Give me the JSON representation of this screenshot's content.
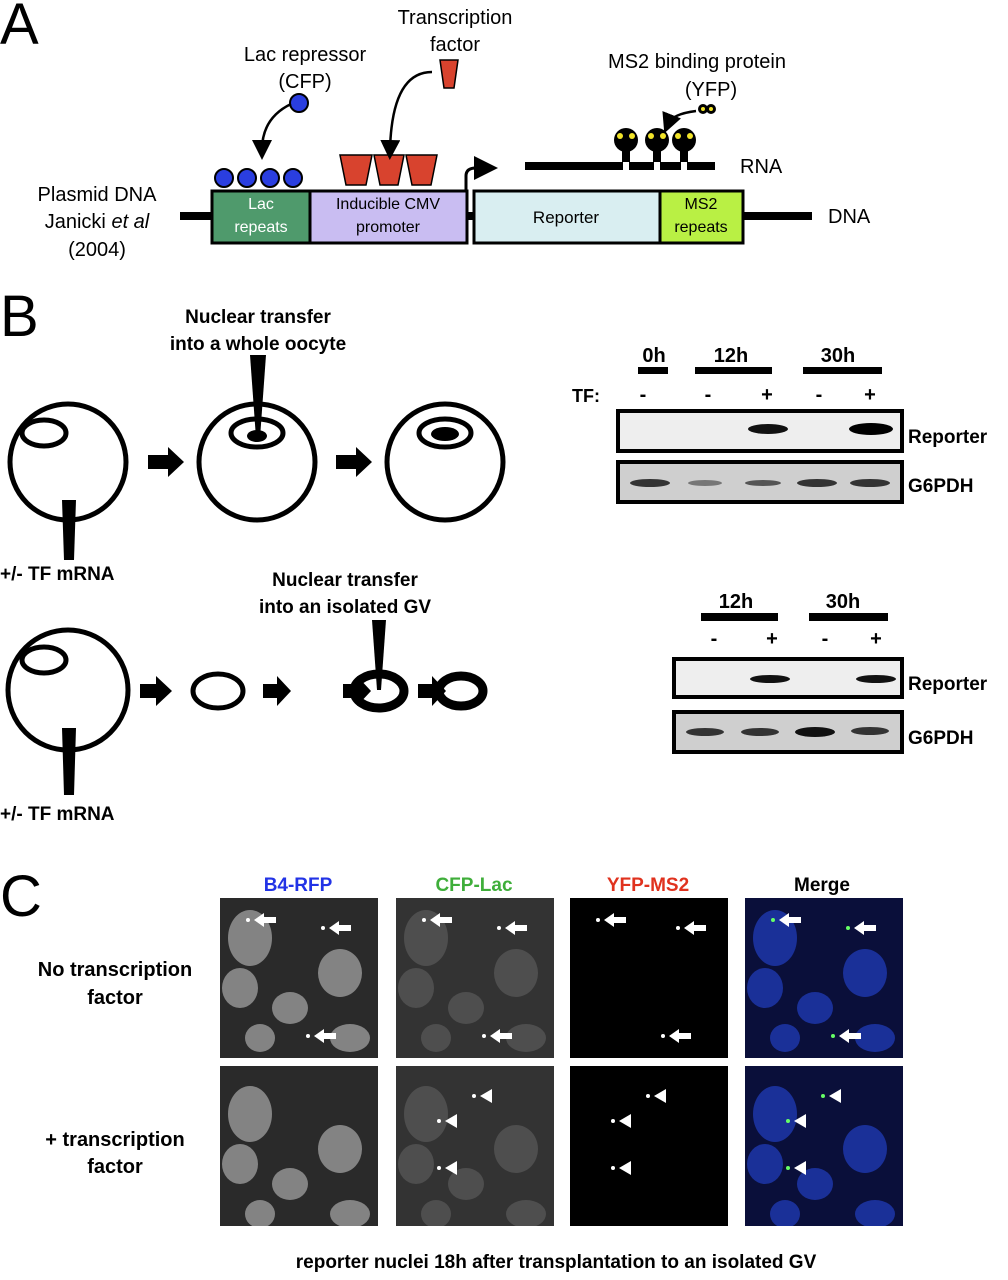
{
  "panels": {
    "a": "A",
    "b": "B",
    "c": "C"
  },
  "panel_a": {
    "transcription_factor": [
      "Transcription",
      "factor"
    ],
    "lac_repressor": [
      "Lac repressor",
      "(CFP)"
    ],
    "ms2_binding": [
      "MS2 binding protein",
      "(YFP)"
    ],
    "plasmid": [
      "Plasmid DNA",
      "Janicki ",
      "et al",
      "(2004)"
    ],
    "lac_repeats": [
      "Lac",
      "repeats"
    ],
    "promoter": [
      "Inducible CMV",
      "promoter"
    ],
    "reporter": "Reporter",
    "ms2_repeats": [
      "MS2",
      "repeats"
    ],
    "rna": "RNA",
    "dna": "DNA",
    "colors": {
      "lac": "#4f9a6c",
      "promoter": "#c9bdf2",
      "reporter": "#d9eef1",
      "ms2": "#b9f044",
      "repressor": "#2a3ee0",
      "tf": "#d8432e"
    }
  },
  "panel_b": {
    "whole_oocyte": [
      "Nuclear transfer",
      "into a whole oocyte"
    ],
    "isolated_gv": [
      "Nuclear transfer",
      "into an isolated GV"
    ],
    "tf_mrna": "+/- TF mRNA",
    "gel1": {
      "timepoints": [
        "0h",
        "12h",
        "30h"
      ],
      "tf_label": "TF:",
      "signs": [
        "-",
        "-",
        "+",
        "-",
        "+"
      ],
      "bands": [
        "Reporter",
        "G6PDH"
      ]
    },
    "gel2": {
      "timepoints": [
        "12h",
        "30h"
      ],
      "signs": [
        "-",
        "+",
        "-",
        "+"
      ],
      "bands": [
        "Reporter",
        "G6PDH"
      ]
    }
  },
  "panel_c": {
    "columns": [
      {
        "label": "B4-RFP",
        "color": "#2233e6"
      },
      {
        "label": "CFP-Lac",
        "color": "#3fae3a"
      },
      {
        "label": "YFP-MS2",
        "color": "#e0321e"
      },
      {
        "label": "Merge",
        "color": "#000000"
      }
    ],
    "rows": [
      [
        "No transcription",
        "factor"
      ],
      [
        "+ transcription",
        "factor"
      ]
    ],
    "caption": "reporter nuclei 18h after transplantation to an isolated GV"
  }
}
